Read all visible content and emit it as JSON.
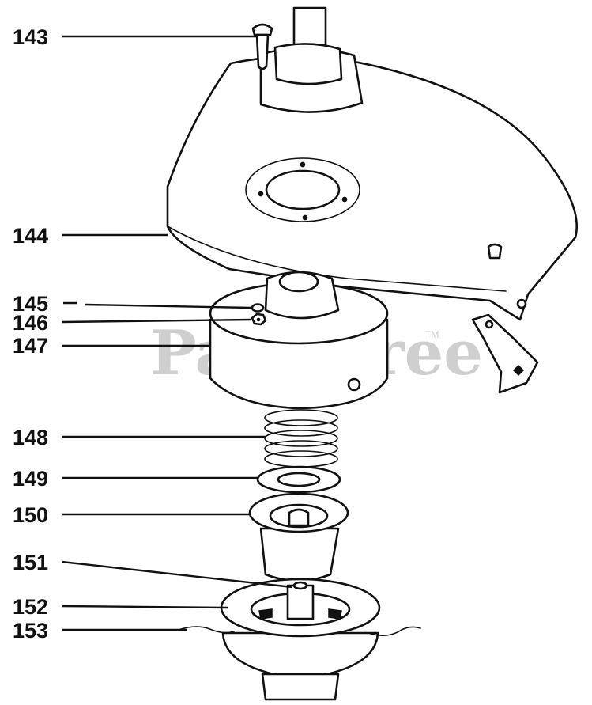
{
  "watermark": {
    "text": "PartsTree",
    "trademark": "TM"
  },
  "callouts": [
    {
      "id": "143"
    },
    {
      "id": "144"
    },
    {
      "id": "145"
    },
    {
      "id": "146"
    },
    {
      "id": "147"
    },
    {
      "id": "148"
    },
    {
      "id": "149"
    },
    {
      "id": "150"
    },
    {
      "id": "151"
    },
    {
      "id": "152"
    },
    {
      "id": "153"
    }
  ],
  "colors": {
    "ink": "#111111",
    "watermark": "#cfcfcf",
    "background": "#ffffff"
  }
}
